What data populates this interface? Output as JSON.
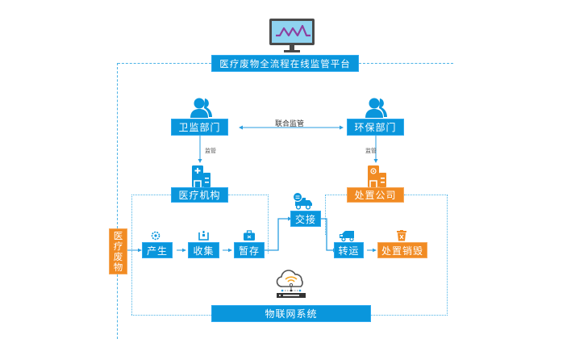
{
  "platform": {
    "title": "医疗废物全流程在线监管平台",
    "icon": "monitor-chart-icon"
  },
  "departments": {
    "health": {
      "label": "卫监部门",
      "icon": "person-group-icon"
    },
    "environment": {
      "label": "环保部门",
      "icon": "person-group-icon"
    },
    "joint_label": "联合监管",
    "supervise_label_left": "监管",
    "supervise_label_right": "监管"
  },
  "organizations": {
    "medical": {
      "label": "医疗机构",
      "icon": "hospital-building-icon"
    },
    "disposal": {
      "label": "处置公司",
      "icon": "biohazard-building-icon"
    }
  },
  "waste_label": "医疗废物",
  "process": {
    "steps": [
      {
        "label": "产生",
        "icon": "gear-icon"
      },
      {
        "label": "收集",
        "icon": "collect-box-icon"
      },
      {
        "label": "暂存",
        "icon": "storage-case-icon"
      }
    ],
    "handover": {
      "label": "交接",
      "icon": "delivery-truck-icon"
    },
    "transport": {
      "label": "转运",
      "icon": "garbage-truck-icon"
    },
    "destroy": {
      "label": "处置销毁",
      "icon": "trash-bin-icon"
    }
  },
  "iot": {
    "label": "物联网系统",
    "icon": "cloud-wifi-server-icon"
  },
  "colors": {
    "blue": "#0a96dc",
    "orange": "#f18b23",
    "dashed": "#4cb3e6",
    "monitor_screen": "#8fd3f0",
    "monitor_wave": "#8e3e9e",
    "monitor_frame": "#4a4a4a"
  }
}
